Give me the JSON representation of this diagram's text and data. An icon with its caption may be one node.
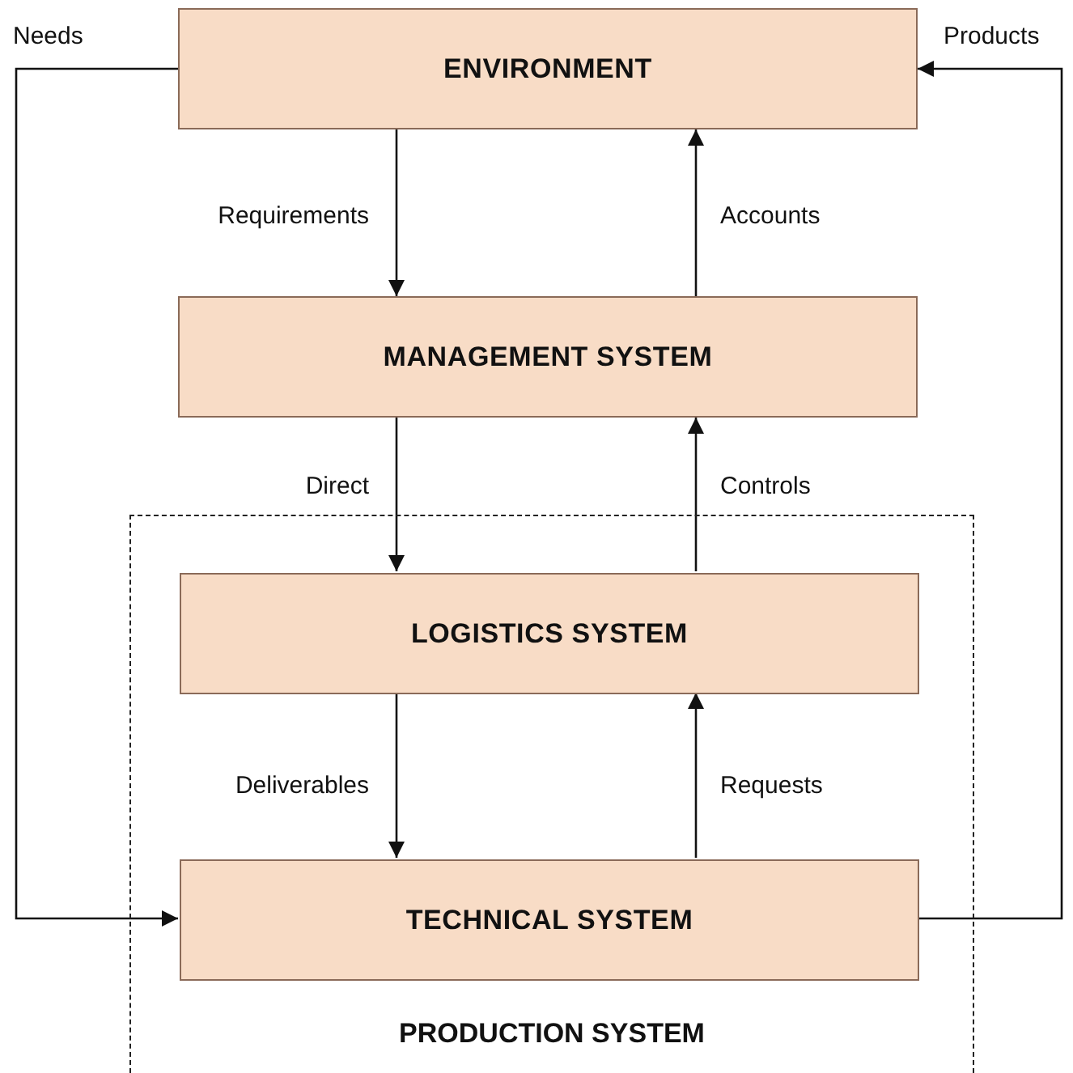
{
  "diagram": {
    "nodes": [
      {
        "text": [
          "ENVIRONMENT"
        ]
      },
      {
        "text": [
          "MANAGEMENT SYSTEM"
        ]
      },
      {
        "text": [
          "PRODUCTION SYSTEM"
        ]
      },
      {
        "text": [
          "LOGISTICS SYSTEM"
        ],
        "in": 2
      },
      {
        "text": [
          "TECHNICAL SYSTEM"
        ],
        "in": 2
      }
    ],
    "edges": [
      {
        "from": 0,
        "to": 1,
        "arrow": "to",
        "label": "Requirements"
      },
      {
        "from": 1,
        "to": 0,
        "arrow": "to",
        "label": "Accounts"
      },
      {
        "from": 1,
        "to": 3,
        "arrow": "to",
        "label": "Direct"
      },
      {
        "from": 3,
        "to": 1,
        "arrow": "to",
        "label": "Controls"
      },
      {
        "from": 3,
        "to": 4,
        "arrow": "to",
        "label": "Deliverables"
      },
      {
        "from": 4,
        "to": 3,
        "arrow": "to",
        "label": "Requests"
      },
      {
        "from": 0,
        "to": 4,
        "arrow": "to",
        "label": "Needs"
      },
      {
        "from": 4,
        "to": 0,
        "arrow": "to",
        "label": "Products"
      }
    ]
  }
}
